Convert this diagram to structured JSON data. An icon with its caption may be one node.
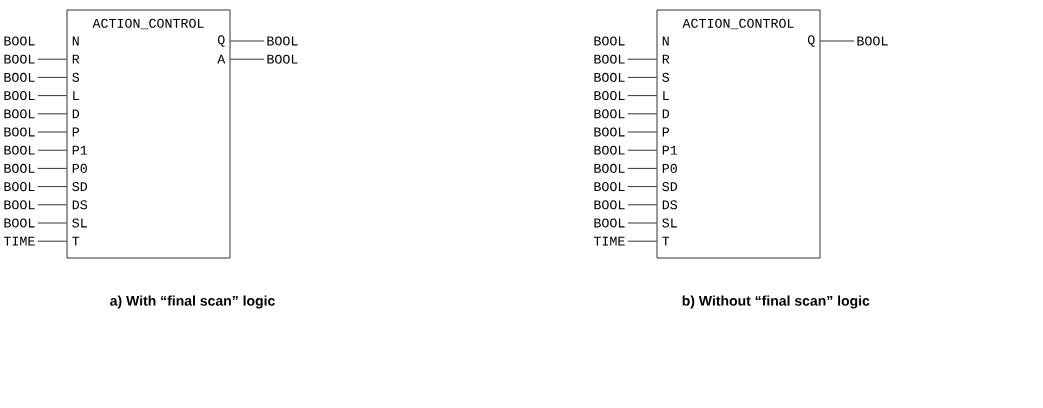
{
  "diagram": {
    "nodes": [
      {
        "text": [
          "ACTION_CONTROL",
          "N",
          "R",
          "S",
          "L",
          "D",
          "P",
          "P1",
          "P0",
          "SD",
          "DS",
          "SL",
          "T",
          "Q",
          "A"
        ]
      },
      {
        "text": [
          "BOOL"
        ]
      },
      {
        "text": [
          "BOOL"
        ]
      },
      {
        "text": [
          "BOOL"
        ]
      },
      {
        "text": [
          "BOOL"
        ]
      },
      {
        "text": [
          "BOOL"
        ]
      },
      {
        "text": [
          "BOOL"
        ]
      },
      {
        "text": [
          "BOOL"
        ]
      },
      {
        "text": [
          "BOOL"
        ]
      },
      {
        "text": [
          "BOOL"
        ]
      },
      {
        "text": [
          "BOOL"
        ]
      },
      {
        "text": [
          "BOOL"
        ]
      },
      {
        "text": [
          "TIME"
        ]
      },
      {
        "text": [
          "BOOL"
        ]
      },
      {
        "text": [
          "BOOL"
        ]
      },
      {
        "text": [
          "ACTION_CONTROL",
          "N",
          "R",
          "S",
          "L",
          "D",
          "P",
          "P1",
          "P0",
          "SD",
          "DS",
          "SL",
          "T",
          "Q"
        ]
      },
      {
        "text": [
          "BOOL"
        ]
      },
      {
        "text": [
          "BOOL"
        ]
      },
      {
        "text": [
          "BOOL"
        ]
      },
      {
        "text": [
          "BOOL"
        ]
      },
      {
        "text": [
          "BOOL"
        ]
      },
      {
        "text": [
          "BOOL"
        ]
      },
      {
        "text": [
          "BOOL"
        ]
      },
      {
        "text": [
          "BOOL"
        ]
      },
      {
        "text": [
          "BOOL"
        ]
      },
      {
        "text": [
          "BOOL"
        ]
      },
      {
        "text": [
          "BOOL"
        ]
      },
      {
        "text": [
          "TIME"
        ]
      },
      {
        "text": [
          "BOOL"
        ]
      }
    ],
    "edges": [
      {
        "from": 2,
        "to": 0,
        "arrow": "none"
      },
      {
        "from": 3,
        "to": 0,
        "arrow": "none"
      },
      {
        "from": 4,
        "to": 0,
        "arrow": "none"
      },
      {
        "from": 5,
        "to": 0,
        "arrow": "none"
      },
      {
        "from": 6,
        "to": 0,
        "arrow": "none"
      },
      {
        "from": 7,
        "to": 0,
        "arrow": "none"
      },
      {
        "from": 8,
        "to": 0,
        "arrow": "none"
      },
      {
        "from": 9,
        "to": 0,
        "arrow": "none"
      },
      {
        "from": 10,
        "to": 0,
        "arrow": "none"
      },
      {
        "from": 11,
        "to": 0,
        "arrow": "none"
      },
      {
        "from": 12,
        "to": 0,
        "arrow": "none"
      },
      {
        "from": 0,
        "to": 13,
        "arrow": "none"
      },
      {
        "from": 0,
        "to": 14,
        "arrow": "none"
      },
      {
        "from": 17,
        "to": 15,
        "arrow": "none"
      },
      {
        "from": 18,
        "to": 15,
        "arrow": "none"
      },
      {
        "from": 19,
        "to": 15,
        "arrow": "none"
      },
      {
        "from": 20,
        "to": 15,
        "arrow": "none"
      },
      {
        "from": 21,
        "to": 15,
        "arrow": "none"
      },
      {
        "from": 22,
        "to": 15,
        "arrow": "none"
      },
      {
        "from": 23,
        "to": 15,
        "arrow": "none"
      },
      {
        "from": 24,
        "to": 15,
        "arrow": "none"
      },
      {
        "from": 25,
        "to": 15,
        "arrow": "none"
      },
      {
        "from": 26,
        "to": 15,
        "arrow": "none"
      },
      {
        "from": 27,
        "to": 15,
        "arrow": "none"
      },
      {
        "from": 15,
        "to": 28,
        "arrow": "none"
      }
    ],
    "labels": [
      "a) With “final scan” logic",
      "b) Without “final scan” logic"
    ]
  }
}
